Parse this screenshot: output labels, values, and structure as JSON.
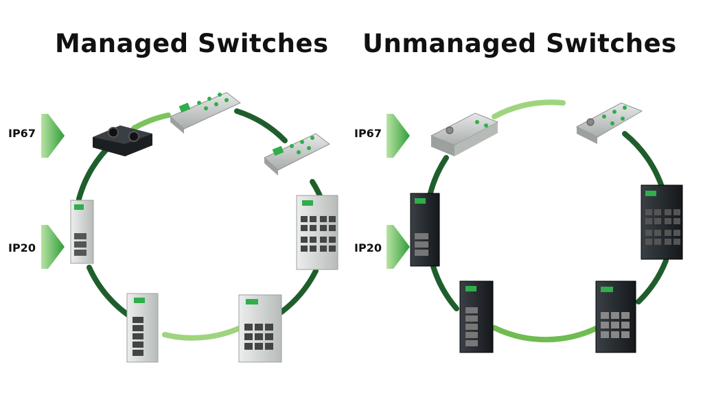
{
  "titles": {
    "managed": "Managed Switches",
    "unmanaged": "Unmanaged Switches"
  },
  "levels": {
    "ip67": "IP67",
    "ip20": "IP20"
  },
  "colors": {
    "ring_dark": "#1f5e2c",
    "ring_light": "#8ed06a",
    "arrow": "#3aa63a",
    "device_light": "#cfd3d0",
    "device_dark": "#1d2125",
    "terminal_green": "#2fae4a"
  }
}
